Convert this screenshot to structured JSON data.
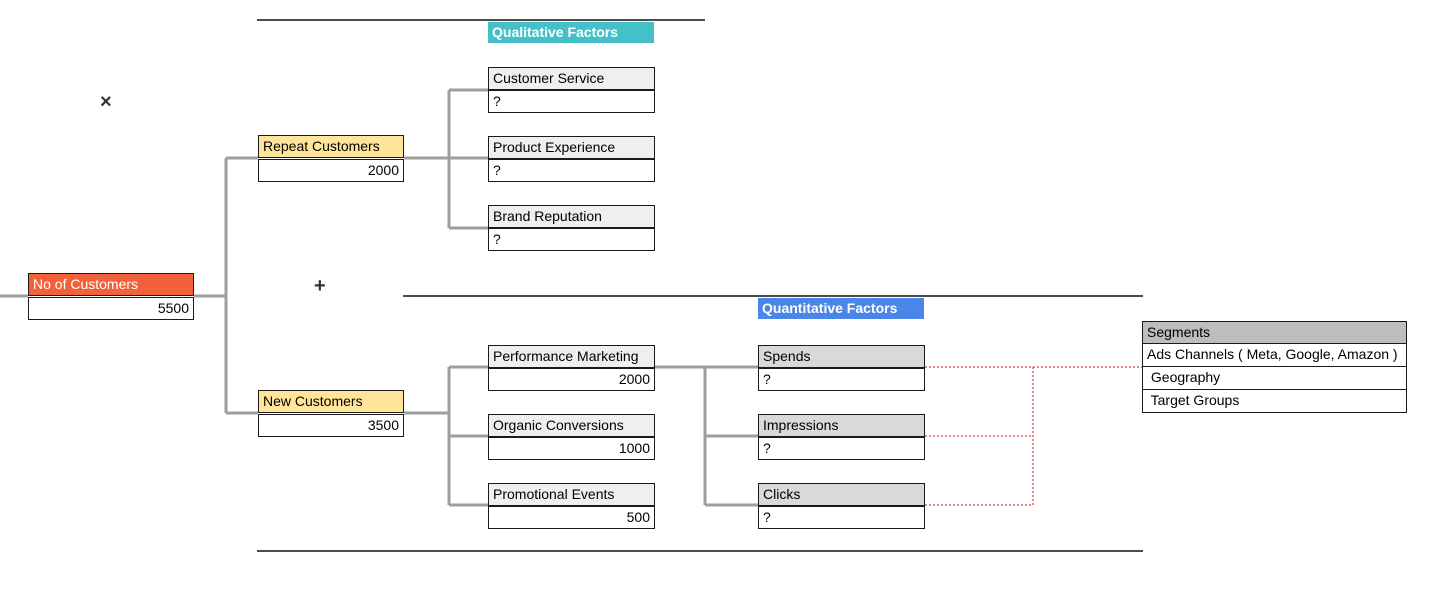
{
  "headers": {
    "qualitative": "Qualitative Factors",
    "quantitative": "Quantitative Factors"
  },
  "colors": {
    "qualitative_header": "#45bfc8",
    "quantitative_header": "#4a86e8",
    "root_label": "#f2613a",
    "group_label": "#ffe599",
    "connector": "#9e9e9e",
    "dotted_connector": "#e03c3c"
  },
  "operators": {
    "multiply": "×",
    "plus": "+"
  },
  "root": {
    "label": "No of Customers",
    "value": "5500"
  },
  "repeat": {
    "label": "Repeat Customers",
    "value": "2000"
  },
  "new": {
    "label": "New Customers",
    "value": "3500"
  },
  "qualitative_factors": [
    {
      "label": "Customer Service",
      "value": "?"
    },
    {
      "label": "Product Experience",
      "value": "?"
    },
    {
      "label": "Brand Reputation",
      "value": "?"
    }
  ],
  "new_channels": [
    {
      "label": "Performance Marketing",
      "value": "2000"
    },
    {
      "label": "Organic Conversions",
      "value": "1000"
    },
    {
      "label": "Promotional Events",
      "value": "500"
    }
  ],
  "metrics": [
    {
      "label": "Spends",
      "value": "?"
    },
    {
      "label": "Impressions",
      "value": "?"
    },
    {
      "label": "Clicks",
      "value": "?"
    }
  ],
  "segments": {
    "title": "Segments",
    "items": [
      "Ads Channels ( Meta, Google, Amazon )",
      " Geography",
      " Target Groups"
    ]
  }
}
